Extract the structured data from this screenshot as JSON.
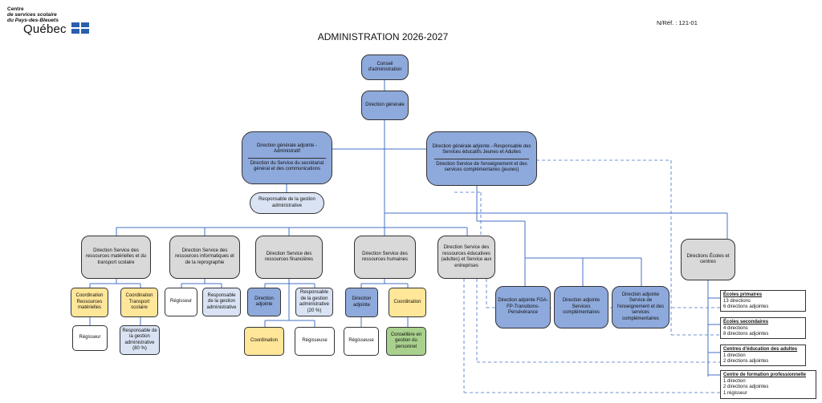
{
  "logo": {
    "line1": "Centre",
    "line2": "de services scolaire",
    "line3": "du Pays-des-Bleuets",
    "wordmark": "Québec"
  },
  "reference": "N/Réf. : 121-01",
  "title": "ADMINISTRATION 2026-2027",
  "nodes": {
    "ca": "Conseil d'administration",
    "dg": "Direction générale",
    "dga_admin_a": "Direction générale adjointe - Administratif",
    "dga_admin_b": "Direction du Service du secrétariat général et des communications",
    "dga_ped_a": "Direction générale adjointe - Responsable des Services éducatifs Jeunes et Adultes",
    "dga_ped_b": "Direction Service de l'enseignement et des services complémentaires (jeunes)",
    "resp_admin": "Responsable de la gestion administrative",
    "srm": "Direction Service des ressources matérielles et du transport scolaire",
    "sri": "Direction Service des ressources informatiques et de la reprographie",
    "srf": "Direction Service des ressources financières",
    "srh": "Direction Service des ressources humaines",
    "sre": "Direction Service des ressources éducatives (adultes) et Service aux entreprises",
    "ecoles": "Directions Écoles et centres",
    "coord_rm": "Coordination Ressources matérielles",
    "coord_ts": "Coordination Transport scolaire",
    "regisseur1": "Régisseur",
    "resp_rm": "Responsable de la gestion administrative (80 %)",
    "regisseur2": "Régisseur",
    "resp_ri": "Responsable de la gestion administrative",
    "dir_adj_f": "Direction adjointe",
    "resp_f": "Responsable de la gestion administrative (20 %)",
    "coord_f": "Coordination",
    "regisseuse_f": "Régisseuse",
    "dir_adj_h": "Direction adjointe",
    "coord_h": "Coordination",
    "regisseuse_h": "Régisseuse",
    "conseillere": "Conseillère en gestion du personnel",
    "da_fga": "Direction adjointe FGA-FP-Transitions-Persévérance",
    "da_sc": "Direction adjointe Services complémentaires",
    "da_ens": "Direction adjointe Service de l'enseignement et des services complémentaires"
  },
  "schools": [
    {
      "heading": "Écoles primaires",
      "lines": [
        "13 directions",
        "6 directions adjointes"
      ]
    },
    {
      "heading": "Écoles secondaires",
      "lines": [
        "4 directions",
        "8 directions adjointes"
      ]
    },
    {
      "heading": "Centres d'éducation des adultes",
      "lines": [
        "1 direction",
        "2 directions adjointes"
      ]
    },
    {
      "heading": "Centre de formation professionnelle",
      "lines": [
        "1 direction",
        "2 directions adjointes",
        "1 régisseur"
      ]
    }
  ]
}
